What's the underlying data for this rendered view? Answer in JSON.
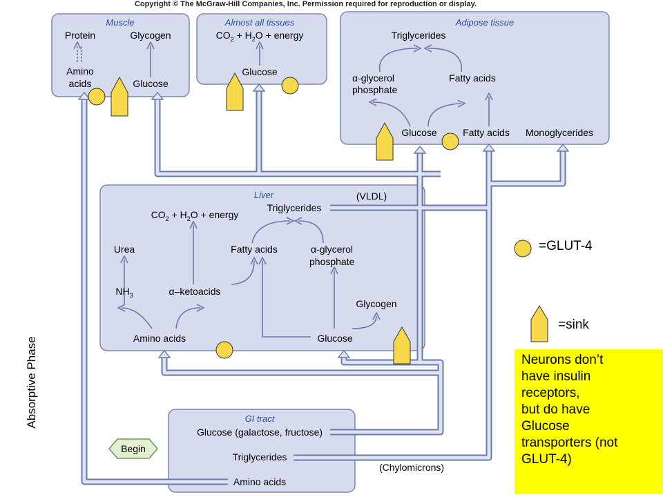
{
  "copyright": "Copyright © The McGraw-Hill Companies, Inc. Permission required for reproduction or display.",
  "phase_label": "Absorptive Phase",
  "muscle": {
    "title": "Muscle",
    "protein": "Protein",
    "glycogen": "Glycogen",
    "amino_acids_line1": "Amino",
    "amino_acids_line2": "acids",
    "glucose": "Glucose"
  },
  "tissues": {
    "title": "Almost all tissues",
    "co2": "CO",
    "h2o": " + H",
    "energy": "O + energy",
    "sub2": "2",
    "glucose": "Glucose"
  },
  "adipose": {
    "title": "Adipose tissue",
    "triglycerides": "Triglycerides",
    "alpha": "α",
    "glycerol_line1": "-glycerol",
    "glycerol_line2": "phosphate",
    "fatty_acids_top": "Fatty acids",
    "glucose": "Glucose",
    "fatty_acids": "Fatty acids",
    "monoglycerides": "Monoglycerides"
  },
  "liver": {
    "title": "Liver",
    "vldl": "(VLDL)",
    "triglycerides": "Triglycerides",
    "co2": "CO",
    "h2o": " + H",
    "energy": "O + energy",
    "sub2": "2",
    "urea": "Urea",
    "nh": "NH",
    "sub3": "3",
    "ketoacids": "–ketoacids",
    "alpha": "α",
    "fatty_acids": "Fatty acids",
    "glycerol_line1": "-glycerol",
    "glycerol_line2": "phosphate",
    "glycogen": "Glycogen",
    "amino_acids": "Amino acids",
    "glucose": "Glucose"
  },
  "gi": {
    "title": "GI tract",
    "glucose": "Glucose (galactose, fructose)",
    "triglycerides": "Triglycerides",
    "amino_acids": "Amino acids",
    "chylomicrons": "(Chylomicrons)",
    "begin": "Begin"
  },
  "legend": {
    "glut4": "=GLUT-4",
    "sink": "=sink"
  },
  "note": {
    "lines": [
      "Neurons don’t",
      "have insulin",
      "receptors,",
      "but do have",
      "Glucose",
      "transporters (not",
      "GLUT-4)"
    ]
  },
  "colors": {
    "box_fill": "#d6dcee",
    "box_stroke": "#7a86ad",
    "arrow_fill": "#dfe4f4",
    "arrow_stroke": "#6a78a8",
    "title_color": "#2d4a9c",
    "marker_fill": "#f6d84a",
    "marker_stroke": "#333333",
    "note_bg": "#ffff00",
    "begin_fill": "#e2efd2",
    "begin_stroke": "#6f9a55"
  }
}
